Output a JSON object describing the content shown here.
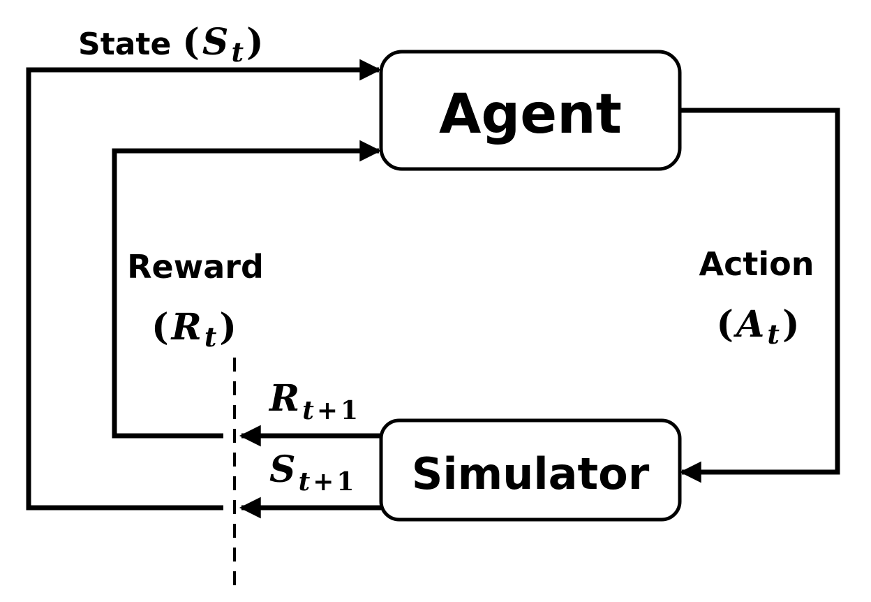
{
  "nodes": {
    "agent": {
      "label": "Agent"
    },
    "simulator": {
      "label": "Simulator"
    }
  },
  "edges": {
    "state": {
      "word": "State",
      "symbol": "S",
      "subscript": "t"
    },
    "action": {
      "word": "Action",
      "symbol": "A",
      "subscript": "t"
    },
    "reward": {
      "word": "Reward",
      "symbol": "R",
      "subscript": "t"
    },
    "next_reward": {
      "symbol": "R",
      "subscript_var": "t",
      "subscript_op": "+",
      "subscript_num": "1"
    },
    "next_state": {
      "symbol": "S",
      "subscript_var": "t",
      "subscript_op": "+",
      "subscript_num": "1"
    }
  },
  "colors": {
    "stroke": "#000000",
    "background": "#ffffff",
    "text": "#000000"
  }
}
